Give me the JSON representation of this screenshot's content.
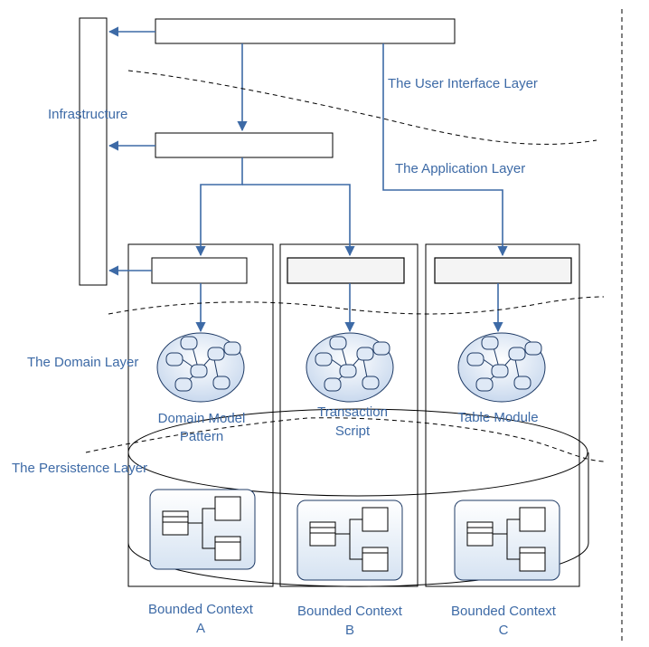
{
  "labels": {
    "infrastructure": "Infrastructure",
    "ui_layer": "The User Interface Layer",
    "app_layer": "The Application Layer",
    "domain_layer": "The Domain Layer",
    "persistence_layer": "The Persistence Layer"
  },
  "patterns": [
    {
      "line1": "Domain Model",
      "line2": "Pattern"
    },
    {
      "line1": "Transaction",
      "line2": "Script"
    },
    {
      "line1": "Table Module",
      "line2": ""
    }
  ],
  "contexts": [
    {
      "line1": "Bounded Context",
      "line2": "A"
    },
    {
      "line1": "Bounded Context",
      "line2": "B"
    },
    {
      "line1": "Bounded Context",
      "line2": "C"
    }
  ],
  "colors": {
    "accent": "#3d6aa6",
    "node_fill": "#dfe9f6",
    "node_stroke": "#1f3b66"
  }
}
